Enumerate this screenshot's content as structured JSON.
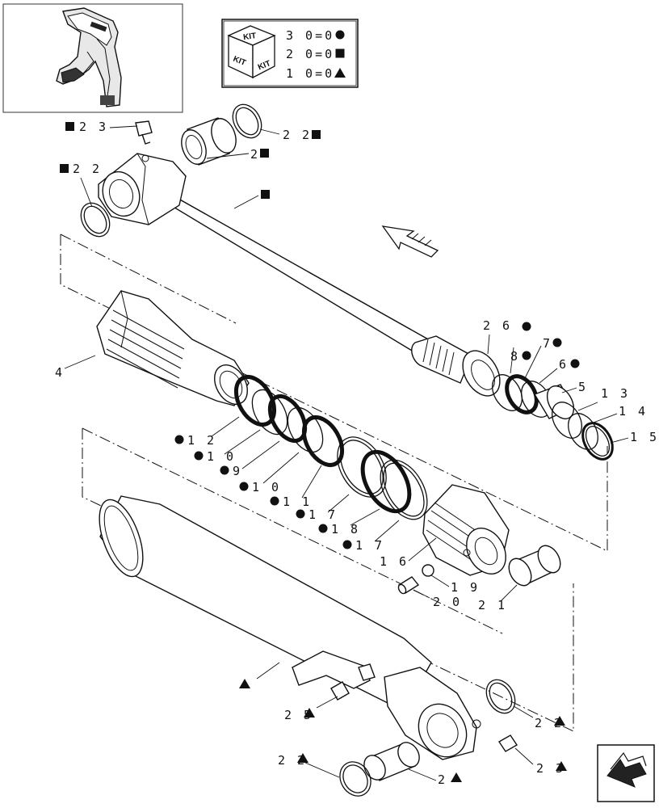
{
  "kit_legend": {
    "title": "KIT",
    "rows": [
      {
        "label": "3 0=0",
        "symbol": "circle"
      },
      {
        "label": "2 0=0",
        "symbol": "square"
      },
      {
        "label": "1 0=0",
        "symbol": "triangle"
      }
    ]
  },
  "callouts": [
    {
      "id": "c23a",
      "text": "2 3",
      "symbol": "square"
    },
    {
      "id": "c22a",
      "text": "2 2",
      "symbol": "square"
    },
    {
      "id": "c22b",
      "text": "2 2",
      "symbol": "square"
    },
    {
      "id": "c2a",
      "text": "2",
      "symbol": "square"
    },
    {
      "id": "c1",
      "text": "",
      "symbol": "square"
    },
    {
      "id": "c4",
      "text": "4",
      "symbol": ""
    },
    {
      "id": "c26",
      "text": "2 6",
      "symbol": "circle"
    },
    {
      "id": "c8",
      "text": "8",
      "symbol": "circle"
    },
    {
      "id": "c7",
      "text": "7",
      "symbol": "circle"
    },
    {
      "id": "c6",
      "text": "6",
      "symbol": "circle"
    },
    {
      "id": "c5",
      "text": "5",
      "symbol": ""
    },
    {
      "id": "c13",
      "text": "1 3",
      "symbol": ""
    },
    {
      "id": "c14",
      "text": "1 4",
      "symbol": ""
    },
    {
      "id": "c15",
      "text": "1 5",
      "symbol": ""
    },
    {
      "id": "c12",
      "text": "1 2",
      "symbol": "circle"
    },
    {
      "id": "c10a",
      "text": "1 0",
      "symbol": "circle"
    },
    {
      "id": "c9",
      "text": "9",
      "symbol": "circle"
    },
    {
      "id": "c10b",
      "text": "1 0",
      "symbol": "circle"
    },
    {
      "id": "c11",
      "text": "1 1",
      "symbol": "circle"
    },
    {
      "id": "c17a",
      "text": "1 7",
      "symbol": "circle"
    },
    {
      "id": "c18",
      "text": "1 8",
      "symbol": "circle"
    },
    {
      "id": "c17b",
      "text": "1 7",
      "symbol": "circle"
    },
    {
      "id": "c16",
      "text": "1 6",
      "symbol": ""
    },
    {
      "id": "c19",
      "text": "1 9",
      "symbol": ""
    },
    {
      "id": "c20",
      "text": "2 0",
      "symbol": ""
    },
    {
      "id": "c21",
      "text": "2 1",
      "symbol": ""
    },
    {
      "id": "c3",
      "text": "",
      "symbol": "triangle"
    },
    {
      "id": "c25",
      "text": "2 5",
      "symbol": "triangle"
    },
    {
      "id": "c22c",
      "text": "2 2",
      "symbol": "triangle"
    },
    {
      "id": "c22d",
      "text": "2 2",
      "symbol": "triangle"
    },
    {
      "id": "c2b",
      "text": "2",
      "symbol": "triangle"
    },
    {
      "id": "c23b",
      "text": "2 3",
      "symbol": "triangle"
    }
  ]
}
